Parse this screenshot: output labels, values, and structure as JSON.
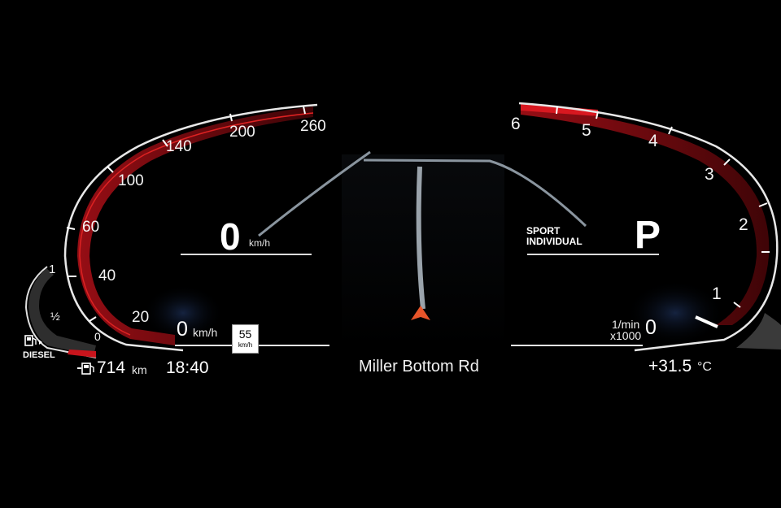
{
  "speedometer": {
    "ticks": [
      "260",
      "200",
      "140",
      "100",
      "60",
      "40",
      "20"
    ],
    "current_speed": "0",
    "current_unit": "km/h"
  },
  "tachometer": {
    "ticks": [
      "6",
      "5",
      "4",
      "3",
      "2",
      "1"
    ],
    "current_value": "0",
    "unit_line1": "1/min",
    "unit_line2": "x1000"
  },
  "drive_mode": {
    "line1": "SPORT",
    "line2": "INDIVIDUAL",
    "gear": "P"
  },
  "cruise": {
    "set_speed": "0",
    "unit": "km/h"
  },
  "speed_limit": {
    "value": "55",
    "unit": "km/h"
  },
  "fuel": {
    "marks": [
      "1",
      "½",
      "0"
    ],
    "label": "DIESEL",
    "range_value": "714",
    "range_unit": "km",
    "icon": "fuel-pump-icon"
  },
  "status_bar": {
    "time": "18:40",
    "street": "Miller Bottom Rd",
    "temperature": "+31.5",
    "temperature_unit": "°C"
  },
  "navigation": {
    "icon": "navigation-arrow-icon",
    "arrow_color": "#e8552a"
  },
  "colors": {
    "accent_red": "#c8141c",
    "rim": "#e8e8e8",
    "background": "#000000"
  }
}
